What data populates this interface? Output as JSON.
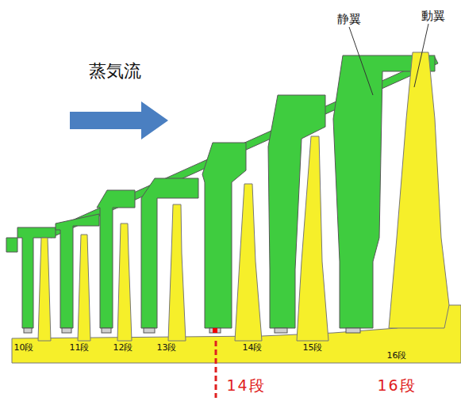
{
  "diagram": {
    "labels": [
      "蒸気流",
      "静翼",
      "動翼",
      "10段",
      "11段",
      "12段",
      "13段",
      "14段",
      "15段",
      "16段",
      "14段",
      "16段"
    ]
  }
}
